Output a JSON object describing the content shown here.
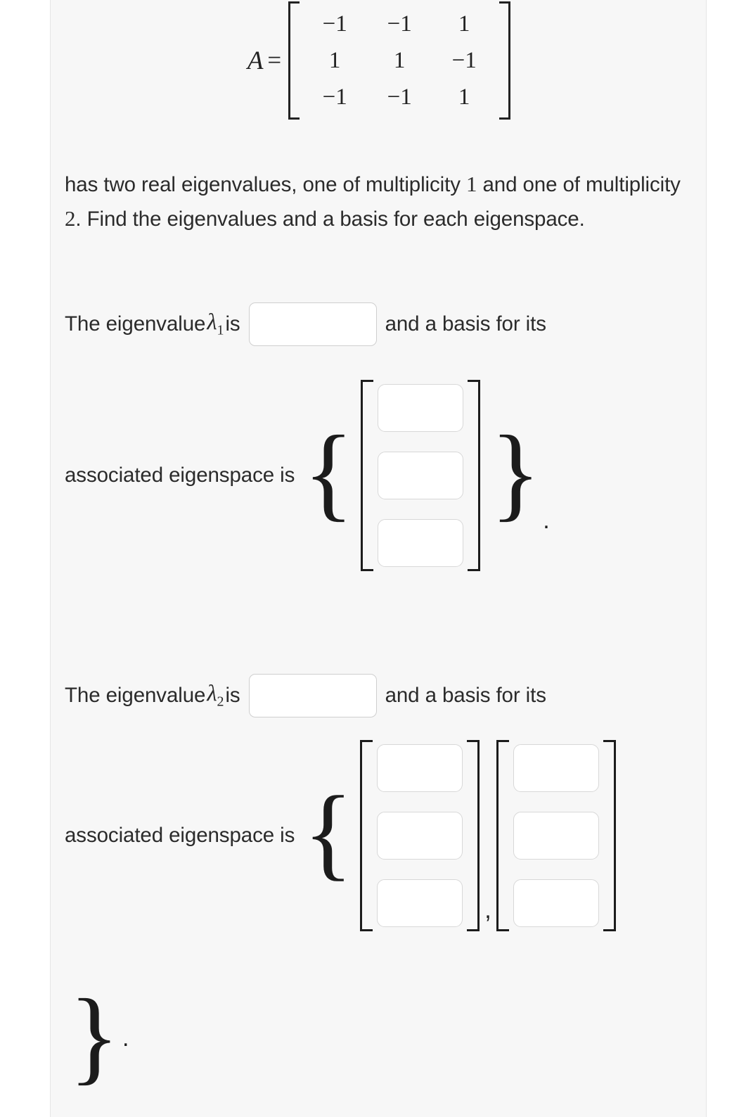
{
  "matrix": {
    "label": "A",
    "equals": "=",
    "rows": [
      [
        "−1",
        "−1",
        "1"
      ],
      [
        "1",
        "1",
        "−1"
      ],
      [
        "−1",
        "−1",
        "1"
      ]
    ]
  },
  "prose": {
    "part1": "has two real eigenvalues, one of multiplicity ",
    "mult1": "1",
    "part2": " and one of multiplicity ",
    "mult2": "2",
    "part3": ". Find the eigenvalues and a basis for each eigenspace."
  },
  "eigen1": {
    "lead": "The eigenvalue",
    "symbol": "λ",
    "subscript": "1",
    "is": "is",
    "input_value": "",
    "input_placeholder": "",
    "trail": "and a basis for its",
    "space_label": "associated eigenspace is",
    "open_brace": "{",
    "close_brace": "}",
    "period": ".",
    "vector_cells": [
      "",
      "",
      ""
    ]
  },
  "eigen2": {
    "lead": "The eigenvalue",
    "symbol": "λ",
    "subscript": "2",
    "is": "is",
    "input_value": "",
    "input_placeholder": "",
    "trail": "and a basis for its",
    "space_label": "associated eigenspace is",
    "open_brace": "{",
    "close_brace": "}",
    "period": ".",
    "separator": ",",
    "vector1_cells": [
      "",
      "",
      ""
    ],
    "vector2_cells": [
      "",
      "",
      ""
    ]
  },
  "colors": {
    "page_background": "#ffffff",
    "content_background": "#f7f7f7",
    "text": "#2b2b2b",
    "bracket": "#1c1c1c",
    "input_border": "#d8d8d8",
    "input_background": "#ffffff",
    "divider": "#e6e6e6"
  }
}
